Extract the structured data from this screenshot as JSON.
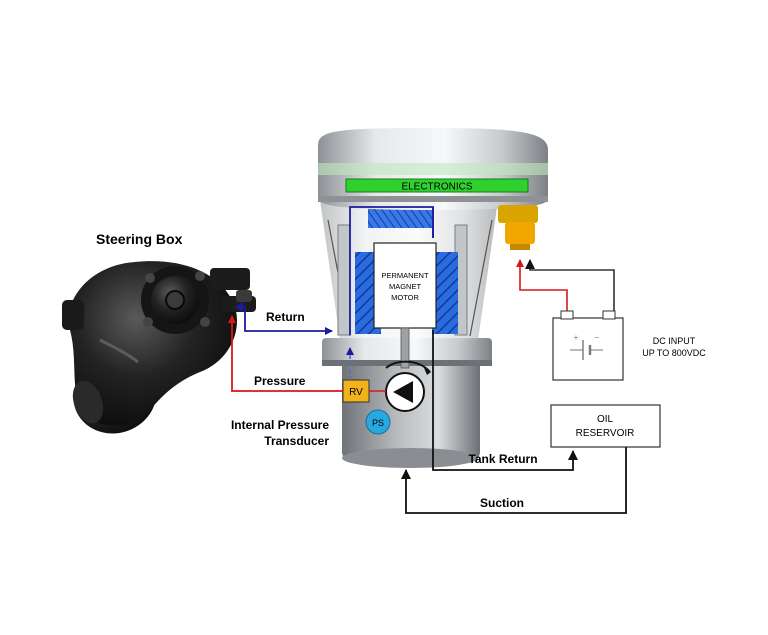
{
  "labels": {
    "steering_box": "Steering Box",
    "return": "Return",
    "pressure": "Pressure",
    "internal_pressure_line1": "Internal Pressure",
    "internal_pressure_line2": "Transducer",
    "electronics": "ELECTRONICS",
    "motor_line1": "PERMANENT",
    "motor_line2": "MAGNET",
    "motor_line3": "MOTOR",
    "rv": "RV",
    "ps": "PS",
    "dc_input_line1": "DC INPUT",
    "dc_input_line2": "UP TO 800VDC",
    "battery_plus": "+",
    "battery_minus": "−",
    "oil_reservoir_line1": "OIL",
    "oil_reservoir_line2": "RESERVOIR",
    "tank_return": "Tank Return",
    "suction": "Suction"
  },
  "colors": {
    "electronics_bar": "#2fd12f",
    "return_line": "#1c1c9e",
    "pressure_line": "#d81818",
    "rv_box": "#f2b21b",
    "ps_circle": "#29a8e0",
    "coil": "#1f5fd0",
    "connector": "#f0a800"
  }
}
